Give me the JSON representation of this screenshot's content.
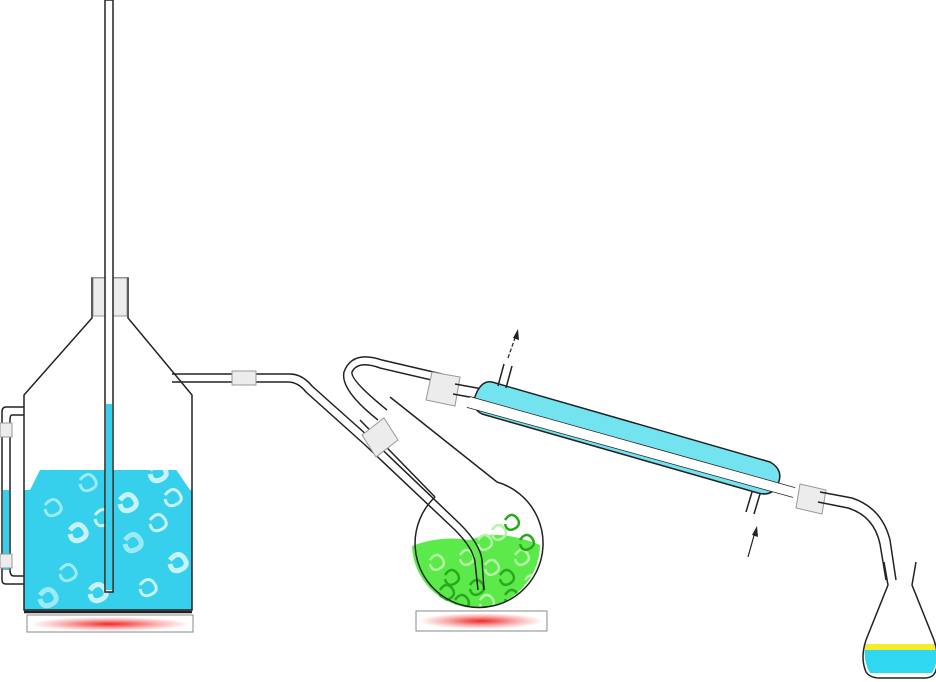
{
  "colors": {
    "water": "#37d0ec",
    "water_light": "#a6ecf7",
    "water_swirl": "#d8f6fc",
    "condenser": "#73e3f0",
    "plant": "#5cea4a",
    "plant_dark": "#2aa81e",
    "plant_light": "#b4f5a6",
    "heater": "#f02828",
    "oil_layer": "#f4ee2a",
    "distillate": "#2fd8f0",
    "glass_stroke": "#222222",
    "stopper": "#ececec"
  },
  "components": [
    {
      "id": "steam-generator",
      "icon": "steam-generator-bottle-icon"
    },
    {
      "id": "safety-tube",
      "icon": "vertical-safety-tube-icon"
    },
    {
      "id": "level-gauge",
      "icon": "side-level-gauge-icon"
    },
    {
      "id": "hot-plate-1",
      "icon": "heating-plate-icon"
    },
    {
      "id": "transfer-tube",
      "icon": "bent-glass-tube-icon"
    },
    {
      "id": "round-bottom-flask",
      "icon": "round-bottom-flask-icon"
    },
    {
      "id": "plant-material",
      "icon": "plant-material-icon"
    },
    {
      "id": "hot-plate-2",
      "icon": "heating-plate-icon"
    },
    {
      "id": "still-head",
      "icon": "still-head-icon"
    },
    {
      "id": "liebig-condenser",
      "icon": "liebig-condenser-icon"
    },
    {
      "id": "water-out-arrow",
      "icon": "arrow-up-icon"
    },
    {
      "id": "water-in-arrow",
      "icon": "arrow-up-icon"
    },
    {
      "id": "receiver-adapter",
      "icon": "adapter-tube-icon"
    },
    {
      "id": "erlenmeyer-flask",
      "icon": "erlenmeyer-flask-icon"
    },
    {
      "id": "essential-oil-layer",
      "icon": "oil-layer-icon"
    }
  ]
}
